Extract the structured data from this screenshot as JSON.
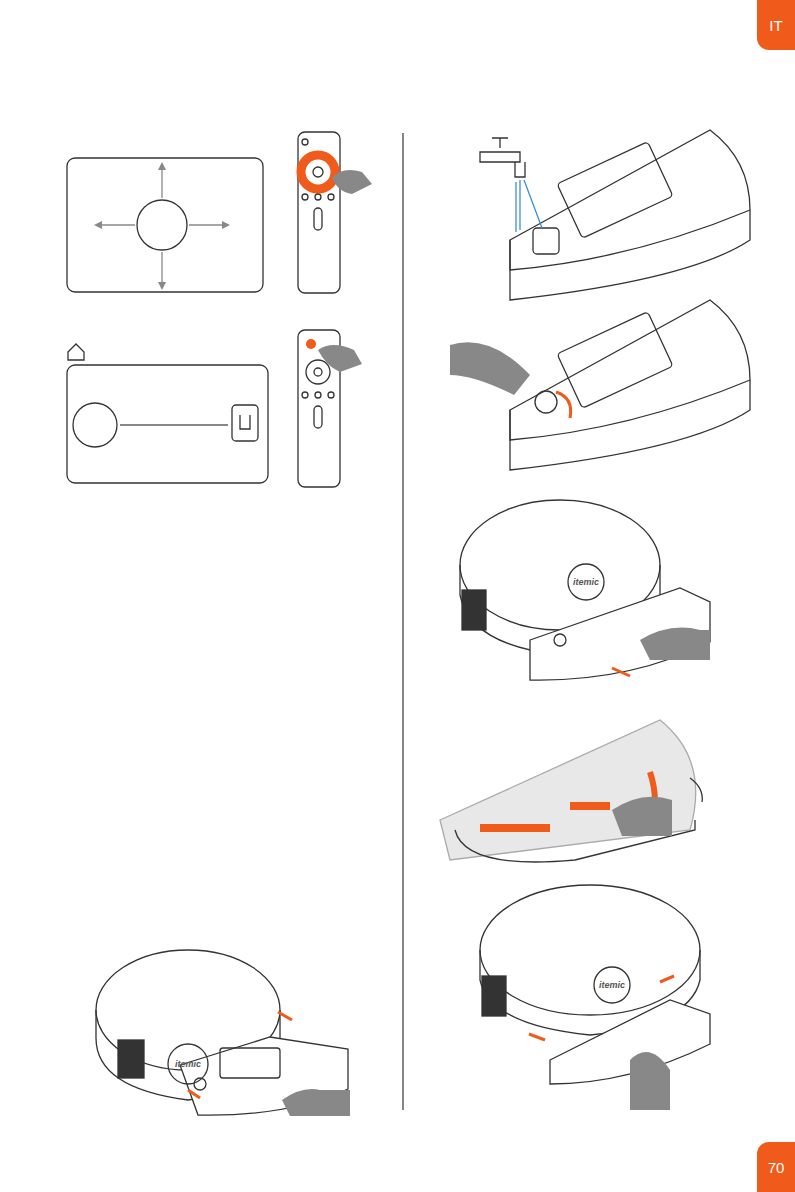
{
  "diagram": {
    "nodes": [
      {
        "text": [
          "IT"
        ]
      },
      {
        "text": [
          "70"
        ]
      }
    ],
    "labels": [
      "itemic",
      "itemic",
      "itemic"
    ]
  }
}
